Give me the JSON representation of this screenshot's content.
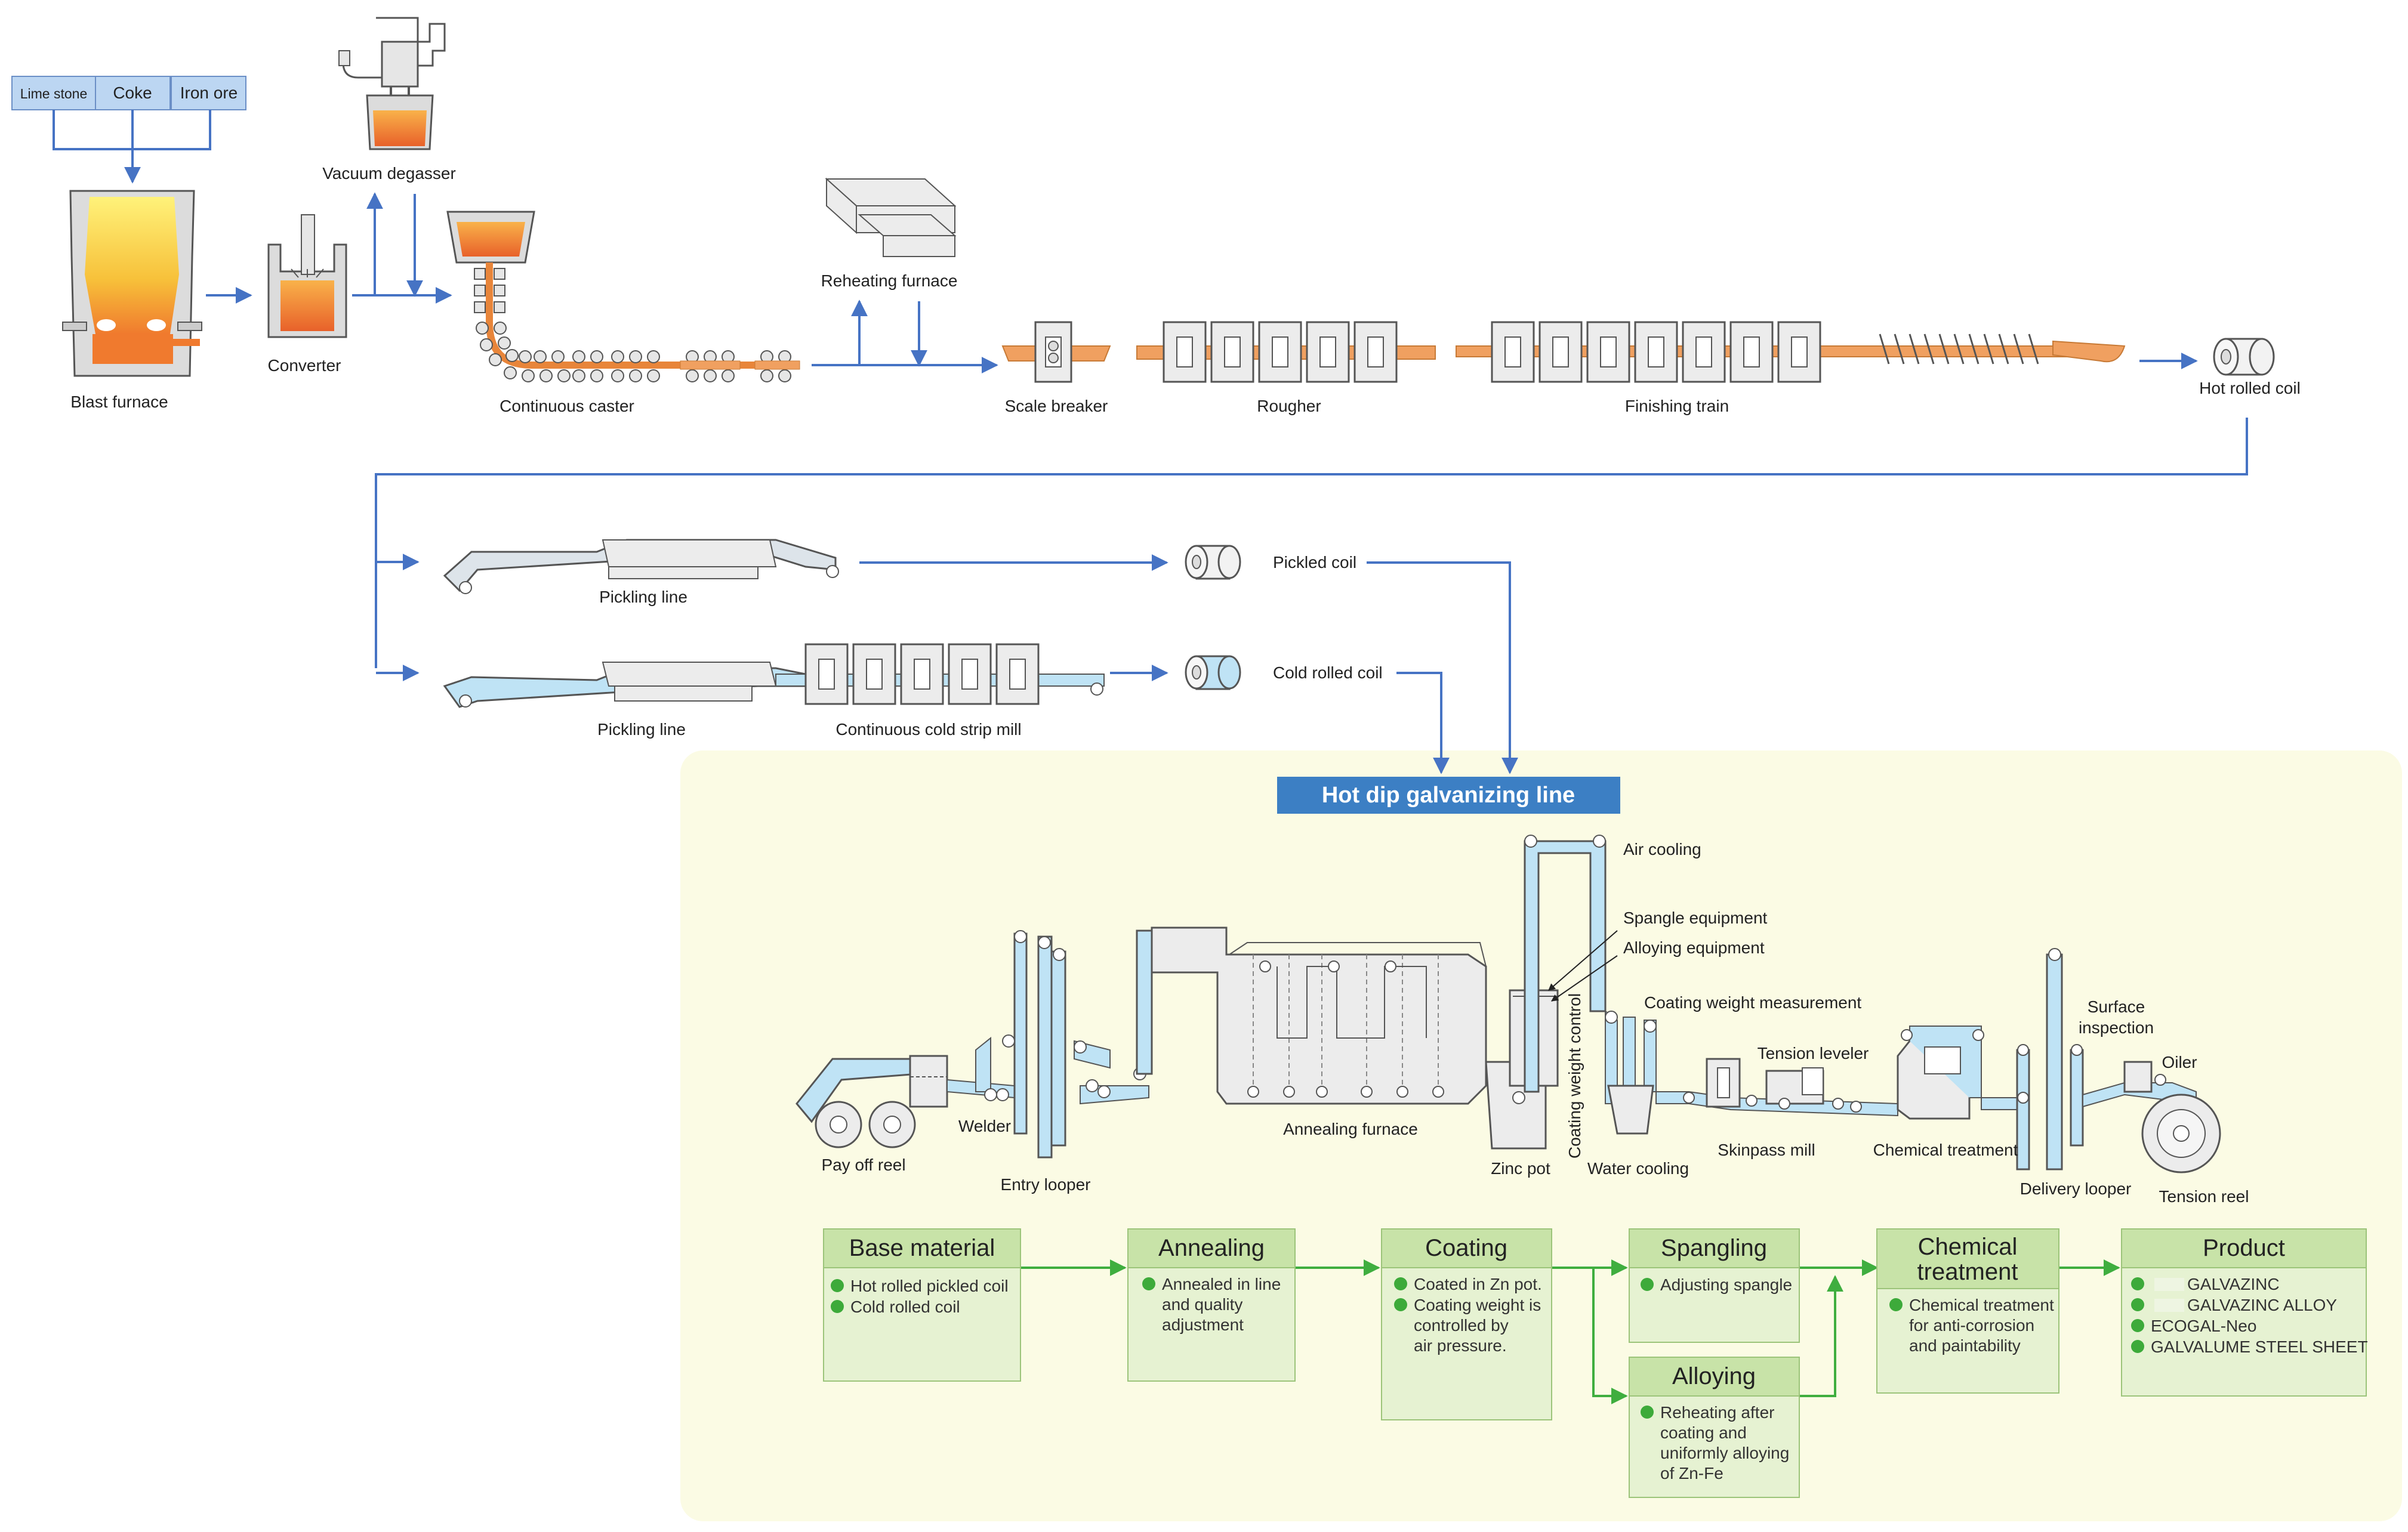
{
  "colors": {
    "flow_blue": "#4673c4",
    "flow_green": "#3fae3f",
    "steel_orange": "#f0a060",
    "molten_orange": "#f07a2e",
    "coil_blue": "#bfe3f5",
    "panel_yellow": "#fbfbe4",
    "title_blue": "#3c7fc4",
    "stage_green_head": "#c8e3a8",
    "stage_green_body": "#e6f2d2",
    "bullet_green": "#3daa3a"
  },
  "raw_materials": {
    "lime_stone": "Lime stone",
    "coke": "Coke",
    "iron_ore": "Iron ore"
  },
  "upstream": {
    "blast_furnace": "Blast furnace",
    "converter": "Converter",
    "vacuum_degasser": "Vacuum degasser",
    "continuous_caster": "Continuous caster",
    "reheating_furnace": "Reheating furnace",
    "scale_breaker": "Scale breaker",
    "rougher": "Rougher",
    "finishing_train": "Finishing train",
    "hot_rolled_coil": "Hot rolled coil"
  },
  "midstream": {
    "pickling_line_1": "Pickling line",
    "pickled_coil": "Pickled coil",
    "pickling_line_2": "Pickling line",
    "continuous_cold_strip_mill": "Continuous cold strip mill",
    "cold_rolled_coil": "Cold rolled coil"
  },
  "galvanizing": {
    "title": "Hot dip galvanizing line",
    "labels": {
      "pay_off_reel": "Pay off reel",
      "welder": "Welder",
      "entry_looper": "Entry looper",
      "annealing_furnace": "Annealing furnace",
      "zinc_pot": "Zinc pot",
      "coating_weight_control": "Coating weight control",
      "air_cooling": "Air cooling",
      "spangle_equipment": "Spangle equipment",
      "alloying_equipment": "Alloying equipment",
      "coating_weight_measurement": "Coating weight measurement",
      "water_cooling": "Water cooling",
      "tension_leveler": "Tension leveler",
      "skinpass_mill": "Skinpass mill",
      "chemical_treatment": "Chemical treatment",
      "surface_inspection_1": "Surface",
      "surface_inspection_2": "inspection",
      "oiler": "Oiler",
      "delivery_looper": "Delivery looper",
      "tension_reel": "Tension reel"
    }
  },
  "stages": {
    "base_material": {
      "title": "Base material",
      "items": [
        "Hot rolled pickled coil",
        "Cold rolled coil"
      ]
    },
    "annealing": {
      "title": "Annealing",
      "items": [
        [
          "Annealed in line",
          "and quality",
          "adjustment"
        ]
      ]
    },
    "coating": {
      "title": "Coating",
      "items": [
        [
          "Coated in Zn pot."
        ],
        [
          "Coating weight is",
          "controlled by",
          "air pressure."
        ]
      ]
    },
    "spangling": {
      "title": "Spangling",
      "items": [
        "Adjusting spangle"
      ]
    },
    "alloying": {
      "title": "Alloying",
      "items": [
        [
          "Reheating after",
          "coating and",
          "uniformly alloying",
          "of Zn-Fe"
        ]
      ]
    },
    "chemical_treatment": {
      "title_1": "Chemical",
      "title_2": "treatment",
      "items": [
        [
          "Chemical treatment",
          "for anti-corrosion",
          "and paintability"
        ]
      ]
    },
    "product": {
      "title": "Product",
      "items": [
        "GALVAZINC",
        "GALVAZINC ALLOY",
        "ECOGAL-Neo",
        "GALVALUME STEEL SHEET"
      ]
    }
  }
}
